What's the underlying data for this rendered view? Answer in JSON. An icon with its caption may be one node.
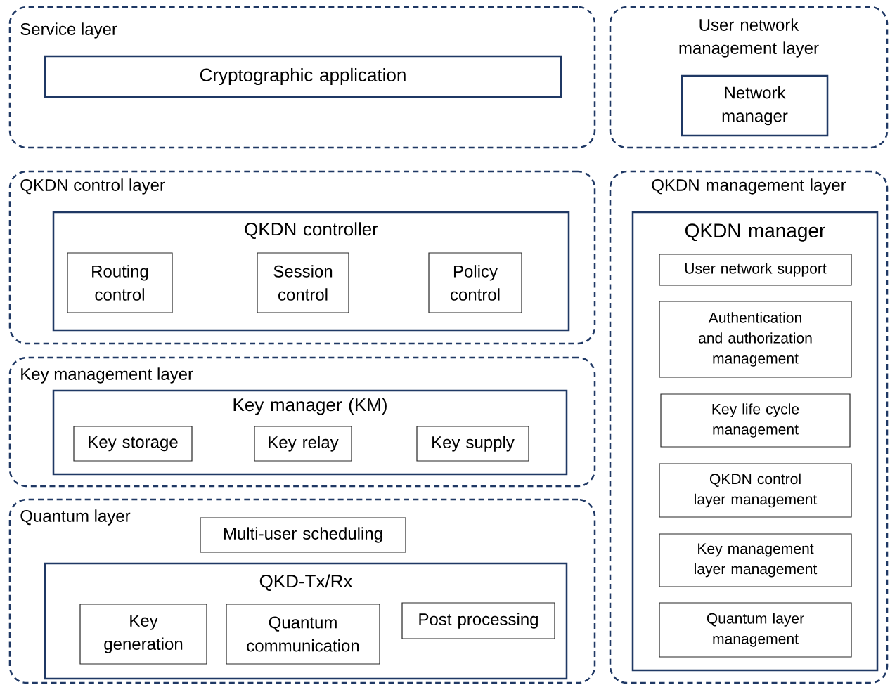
{
  "diagram": {
    "nodes": [
      {
        "text": [
          "Service layer"
        ]
      },
      {
        "text": [
          "Cryptographic application"
        ],
        "in": 0
      },
      {
        "text": [
          "User network management layer"
        ]
      },
      {
        "text": [
          "Network manager"
        ],
        "in": 2
      },
      {
        "text": [
          "QKDN control layer"
        ]
      },
      {
        "text": [
          "QKDN controller"
        ],
        "in": 4
      },
      {
        "text": [
          "Routing control"
        ],
        "in": 5
      },
      {
        "text": [
          "Session control"
        ],
        "in": 5
      },
      {
        "text": [
          "Policy control"
        ],
        "in": 5
      },
      {
        "text": [
          "Key management layer"
        ]
      },
      {
        "text": [
          "Key manager (KM)"
        ],
        "in": 9
      },
      {
        "text": [
          "Key storage"
        ],
        "in": 10
      },
      {
        "text": [
          "Key relay"
        ],
        "in": 10
      },
      {
        "text": [
          "Key supply"
        ],
        "in": 10
      },
      {
        "text": [
          "Quantum layer"
        ]
      },
      {
        "text": [
          "Multi-user scheduling"
        ],
        "in": 14
      },
      {
        "text": [
          "QKD-Tx/Rx"
        ],
        "in": 14
      },
      {
        "text": [
          "Key generation"
        ],
        "in": 16
      },
      {
        "text": [
          "Quantum communication"
        ],
        "in": 16
      },
      {
        "text": [
          "Post processing"
        ],
        "in": 16
      },
      {
        "text": [
          "QKDN management layer"
        ]
      },
      {
        "text": [
          "QKDN manager"
        ],
        "in": 20
      },
      {
        "text": [
          "User network support"
        ],
        "in": 21
      },
      {
        "text": [
          "Authentication and authorization management"
        ],
        "in": 21
      },
      {
        "text": [
          "Key life cycle management"
        ],
        "in": 21
      },
      {
        "text": [
          "QKDN control layer management"
        ],
        "in": 21
      },
      {
        "text": [
          "Key management layer management"
        ],
        "in": 21
      },
      {
        "text": [
          "Quantum layer management"
        ],
        "in": 21
      }
    ]
  }
}
